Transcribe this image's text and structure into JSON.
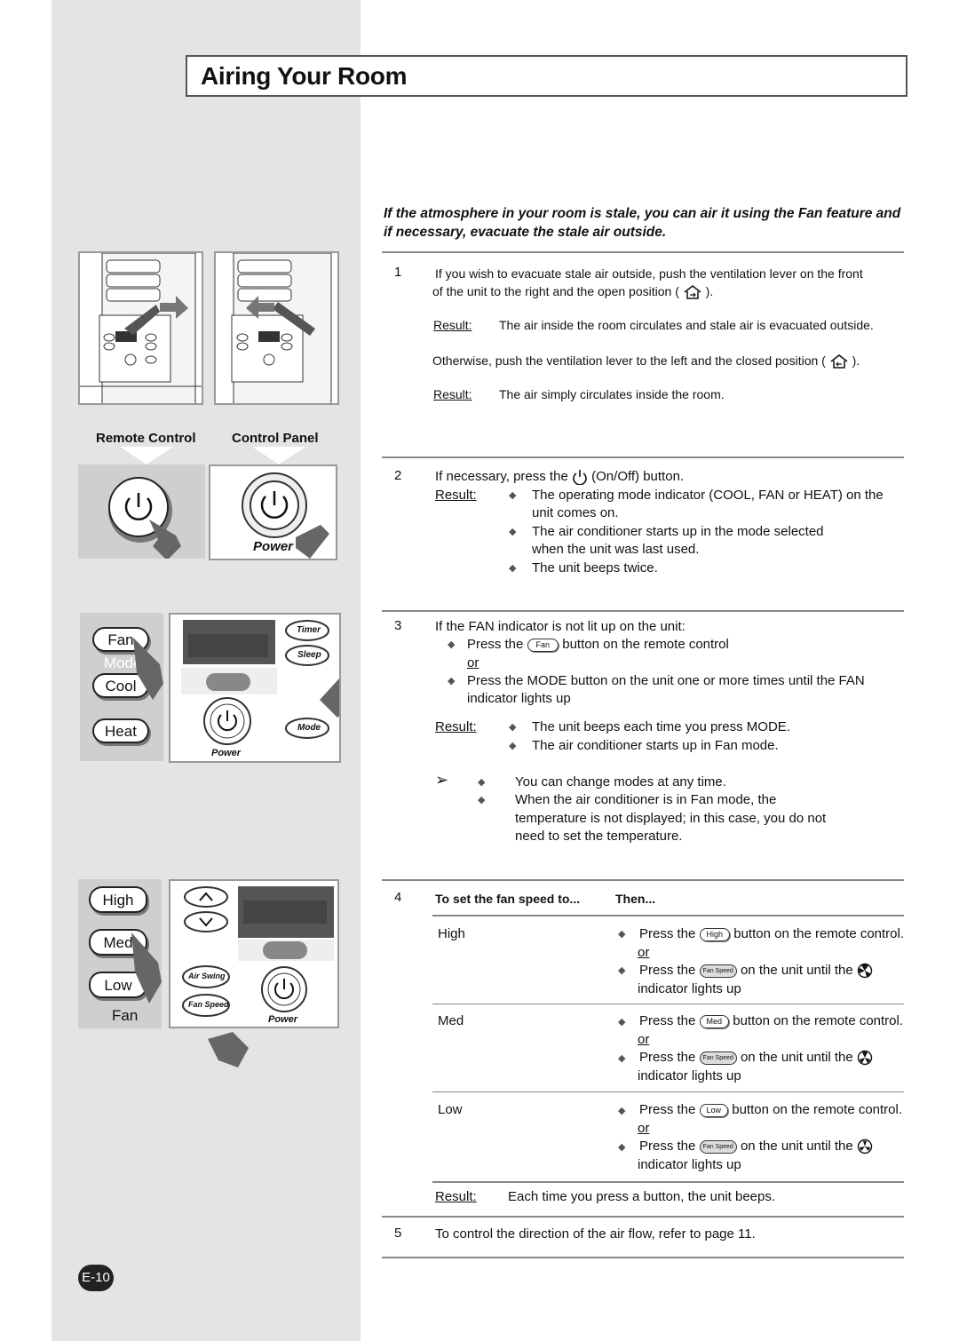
{
  "title": "Airing Your Room",
  "intro": "If the atmosphere in your room is stale, you can air it using the Fan feature and if necessary, evacuate the stale air outside.",
  "left": {
    "remote_control": "Remote Control",
    "control_panel": "Control Panel",
    "power": "Power",
    "power_small": "Power",
    "mode_buttons": {
      "fan": "Fan",
      "mode": "Mode",
      "cool": "Cool",
      "heat": "Heat"
    },
    "panel_buttons": {
      "timer": "Timer",
      "sleep": "Sleep",
      "mode": "Mode",
      "air_swing": "Air Swing",
      "fan_speed": "Fan Speed"
    },
    "speed_buttons": {
      "high": "High",
      "med": "Med",
      "low": "Low",
      "fan": "Fan"
    }
  },
  "step1": {
    "num": "1",
    "line1": "If you wish to evacuate stale air outside, push the ventilation lever on the front",
    "line2a": "of the unit to the right and the open position (",
    "line2b": ").",
    "result_label": "Result:",
    "result1": "The air inside the room circulates and stale air is evacuated outside.",
    "otherwise_a": "Otherwise, push the ventilation lever to the left and the closed position (",
    "otherwise_b": ").",
    "result2": "The air simply circulates inside the room."
  },
  "step2": {
    "num": "2",
    "line_a": "If necessary, press the",
    "line_b": "(On/Off) button.",
    "result_label": "Result:",
    "b1a": "The operating mode indicator (COOL, FAN or HEAT) on the",
    "b1b": "unit comes on.",
    "b2a": "The air conditioner starts up in the mode selected",
    "b2b": "when the unit was last used.",
    "b3": "The unit beeps twice."
  },
  "step3": {
    "num": "3",
    "line": "If the FAN indicator is not lit up on the unit:",
    "press_a": "Press the",
    "fan_btn": "Fan",
    "press_b": "button on the remote control",
    "or": "or",
    "mode_a": "Press the MODE button on the unit one or more times until the FAN",
    "mode_b": "indicator lights up",
    "result_label": "Result:",
    "r1": "The unit beeps each time you press MODE.",
    "r2": "The air conditioner starts up in Fan mode.",
    "note_arrow": "➢",
    "n1": "You can change modes at any time.",
    "n2a": "When the air conditioner is in Fan mode, the",
    "n2b": "temperature is not displayed; in this case, you do not",
    "n2c": "need to set the temperature."
  },
  "step4": {
    "num": "4",
    "col1": "To set the fan speed to...",
    "col2": "Then...",
    "rows": [
      {
        "speed": "High",
        "btn": "High",
        "remote": "button on the remote control."
      },
      {
        "speed": "Med",
        "btn": "Med",
        "remote": "button on the remote control."
      },
      {
        "speed": "Low",
        "btn": "Low",
        "remote": "button on the remote control."
      }
    ],
    "press": "Press the",
    "or": "or",
    "fan_speed_btn": "Fan Speed",
    "unit_until": "on the unit until the",
    "indicator": "indicator lights up",
    "result_label": "Result:",
    "result": "Each time you press a button, the unit beeps."
  },
  "step5": {
    "num": "5",
    "line": "To control the direction of the air flow, refer to page 11."
  },
  "page": "E-10"
}
